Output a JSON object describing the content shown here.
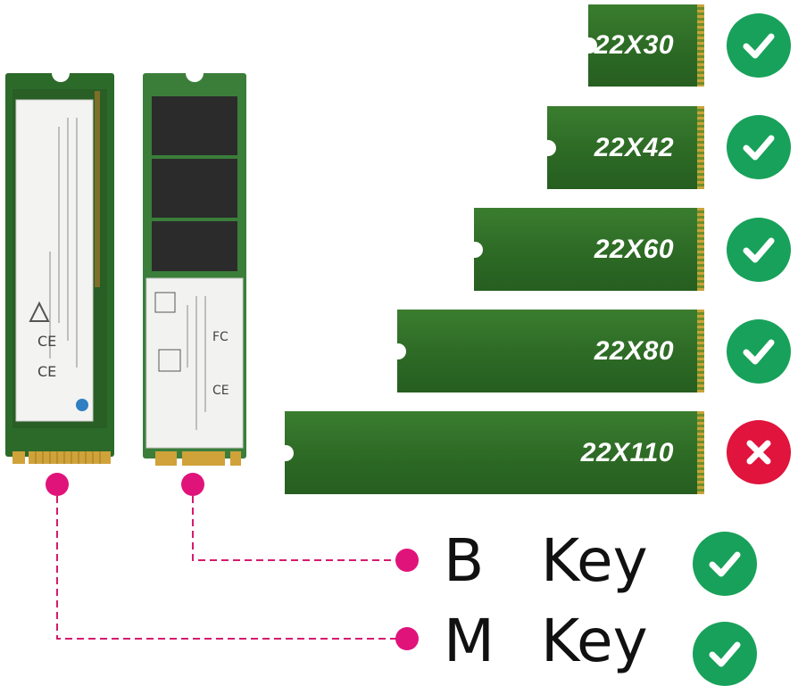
{
  "sizes": [
    {
      "label": "22X30",
      "supported": true,
      "status_icon": "check-icon"
    },
    {
      "label": "22X42",
      "supported": true,
      "status_icon": "check-icon"
    },
    {
      "label": "22X60",
      "supported": true,
      "status_icon": "check-icon"
    },
    {
      "label": "22X80",
      "supported": true,
      "status_icon": "check-icon"
    },
    {
      "label": "22X110",
      "supported": false,
      "status_icon": "cross-icon"
    }
  ],
  "keys": {
    "b": {
      "letter": "B",
      "word": "Key",
      "supported": true
    },
    "m": {
      "letter": "M",
      "word": "Key",
      "supported": true
    }
  },
  "colors": {
    "board_green": "#2e6b26",
    "check_green": "#18a15a",
    "cross_red": "#e0143c",
    "connector_pink": "#e0137a"
  }
}
